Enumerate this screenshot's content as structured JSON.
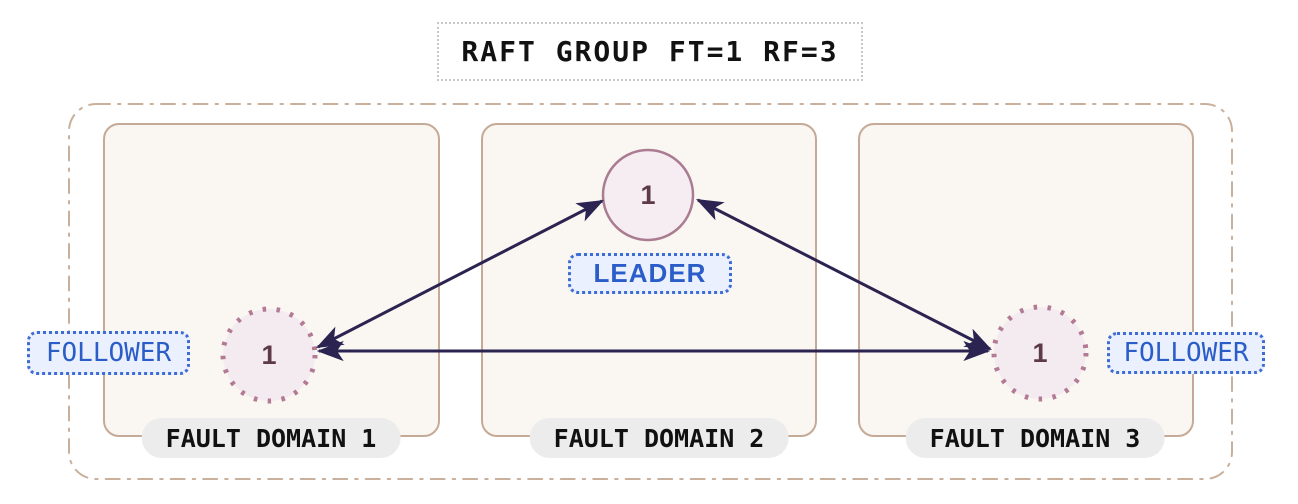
{
  "title": {
    "label": "RAFT GROUP FT=1 RF=3"
  },
  "group": {
    "domains": [
      {
        "label": "FAULT DOMAIN 1",
        "node": {
          "value": "1",
          "role": "FOLLOWER"
        }
      },
      {
        "label": "FAULT DOMAIN 2",
        "node": {
          "value": "1",
          "role": "LEADER"
        }
      },
      {
        "label": "FAULT DOMAIN 3",
        "node": {
          "value": "1",
          "role": "FOLLOWER"
        }
      }
    ],
    "connections": [
      "leader-follower1-bidirectional",
      "follower1-follower3-bidirectional",
      "leader-follower3-bidirectional"
    ]
  },
  "colors": {
    "background": "#ffffff",
    "outer_border": "#c9b09c",
    "domain_border": "#c5ab97",
    "domain_fill": "#faf6f1",
    "leader_node_border": "#aa7c91",
    "follower_node_border": "#b27a94",
    "node_fill": "#f6edf2",
    "node_text": "#5d3a46",
    "role_text": "#2b5dc8",
    "role_fill": "#eaf0fd",
    "role_border": "#3f6cd3",
    "arrow": "#2b2350",
    "domain_label_fill": "#ececec",
    "title_border": "#c7c7c7",
    "title_text": "#121212"
  }
}
